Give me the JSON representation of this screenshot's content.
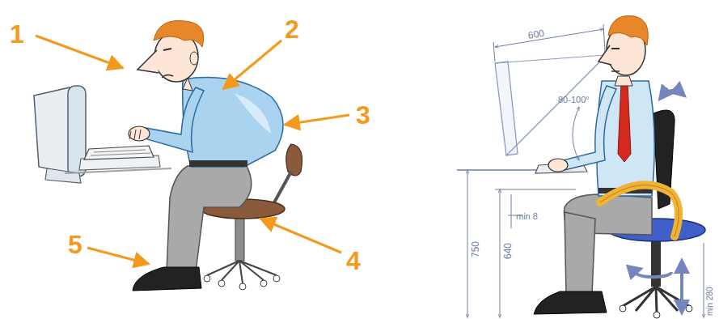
{
  "diagram": {
    "labels": [
      "1",
      "2",
      "3",
      "4",
      "5",
      "600",
      "80-100°",
      "min 8",
      "750",
      "640",
      "min 280"
    ]
  }
}
